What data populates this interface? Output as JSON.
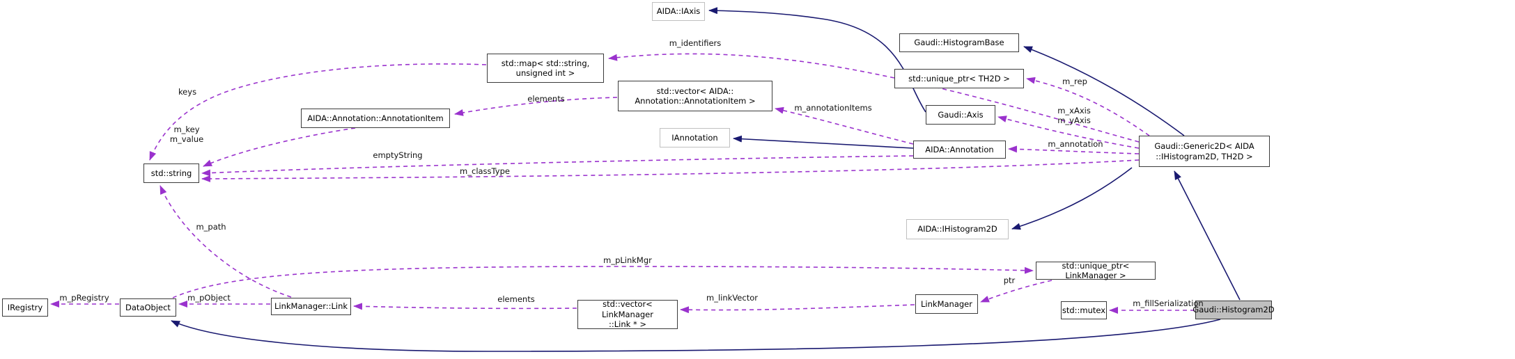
{
  "diagram": {
    "kind": "collaboration-graph",
    "highlighted_node": "Gaudi::Histogram2D",
    "colors": {
      "inheritance_edge": "#191970",
      "usage_edge": "#9a32cd",
      "node_border": "#3b3b3b",
      "external_node_border": "#c0c0c0",
      "highlight_fill": "#bfbfbf",
      "background": "#ffffff",
      "text": "#000000"
    },
    "nodes": [
      {
        "id": "aida-iaxis",
        "label": "AIDA::IAxis",
        "style": "external"
      },
      {
        "id": "gaudi-histogrambase",
        "label": "Gaudi::HistogramBase",
        "style": "normal"
      },
      {
        "id": "unique-ptr-th2d",
        "label": "std::unique_ptr< TH2D >",
        "style": "normal"
      },
      {
        "id": "std-map",
        "label": "std::map< std::string,\nunsigned int >",
        "style": "normal"
      },
      {
        "id": "std-vector-annotationitem",
        "label": "std::vector< AIDA::\nAnnotation::AnnotationItem >",
        "style": "normal"
      },
      {
        "id": "gaudi-axis",
        "label": "Gaudi::Axis",
        "style": "normal"
      },
      {
        "id": "aida-annotation-annotationitem",
        "label": "AIDA::Annotation::AnnotationItem",
        "style": "normal"
      },
      {
        "id": "iannotation",
        "label": "IAnnotation",
        "style": "external"
      },
      {
        "id": "aida-annotation",
        "label": "AIDA::Annotation",
        "style": "normal"
      },
      {
        "id": "gaudi-generic2d",
        "label": "Gaudi::Generic2D< AIDA\n::IHistogram2D, TH2D >",
        "style": "normal"
      },
      {
        "id": "std-string",
        "label": "std::string",
        "style": "normal"
      },
      {
        "id": "aida-ihistogram2d",
        "label": "AIDA::IHistogram2D",
        "style": "external"
      },
      {
        "id": "unique-ptr-linkmanager",
        "label": "std::unique_ptr< LinkManager >",
        "style": "normal"
      },
      {
        "id": "iregistry",
        "label": "IRegistry",
        "style": "normal"
      },
      {
        "id": "dataobject",
        "label": "DataObject",
        "style": "normal"
      },
      {
        "id": "linkmanager-link",
        "label": "LinkManager::Link",
        "style": "normal"
      },
      {
        "id": "std-vector-linkmanager-link",
        "label": "std::vector< LinkManager\n::Link * >",
        "style": "normal"
      },
      {
        "id": "linkmanager",
        "label": "LinkManager",
        "style": "normal"
      },
      {
        "id": "std-mutex",
        "label": "std::mutex",
        "style": "normal"
      },
      {
        "id": "gaudi-histogram2d",
        "label": "Gaudi::Histogram2D",
        "style": "highlight"
      }
    ],
    "edges": [
      {
        "from": "Gaudi::Axis",
        "to": "AIDA::IAxis",
        "type": "inheritance",
        "label": ""
      },
      {
        "from": "Gaudi::Generic2D< AIDA::IHistogram2D, TH2D >",
        "to": "Gaudi::HistogramBase",
        "type": "inheritance",
        "label": ""
      },
      {
        "from": "AIDA::Annotation",
        "to": "IAnnotation",
        "type": "inheritance",
        "label": ""
      },
      {
        "from": "Gaudi::Generic2D< AIDA::IHistogram2D, TH2D >",
        "to": "AIDA::IHistogram2D",
        "type": "inheritance",
        "label": ""
      },
      {
        "from": "Gaudi::Histogram2D",
        "to": "Gaudi::Generic2D< AIDA::IHistogram2D, TH2D >",
        "type": "inheritance",
        "label": ""
      },
      {
        "from": "Gaudi::Histogram2D",
        "to": "DataObject",
        "type": "inheritance",
        "label": ""
      },
      {
        "from": "Gaudi::Generic2D< AIDA::IHistogram2D, TH2D >",
        "to": "std::map< std::string, unsigned int >",
        "type": "usage",
        "label": "m_identifiers"
      },
      {
        "from": "std::map< std::string, unsigned int >",
        "to": "std::string",
        "type": "usage",
        "label": "keys"
      },
      {
        "from": "std::vector< AIDA::Annotation::AnnotationItem >",
        "to": "AIDA::Annotation::AnnotationItem",
        "type": "usage",
        "label": "elements"
      },
      {
        "from": "AIDA::Annotation::AnnotationItem",
        "to": "std::string",
        "type": "usage",
        "label": "m_key\nm_value"
      },
      {
        "from": "AIDA::Annotation",
        "to": "std::vector< AIDA::Annotation::AnnotationItem >",
        "type": "usage",
        "label": "m_annotationItems"
      },
      {
        "from": "AIDA::Annotation",
        "to": "std::string",
        "type": "usage",
        "label": "emptyString"
      },
      {
        "from": "Gaudi::Generic2D< AIDA::IHistogram2D, TH2D >",
        "to": "std::string",
        "type": "usage",
        "label": "m_classType"
      },
      {
        "from": "LinkManager::Link",
        "to": "std::string",
        "type": "usage",
        "label": "m_path"
      },
      {
        "from": "DataObject",
        "to": "std::unique_ptr< LinkManager >",
        "type": "usage",
        "label": "m_pLinkMgr"
      },
      {
        "from": "DataObject",
        "to": "IRegistry",
        "type": "usage",
        "label": "m_pRegistry"
      },
      {
        "from": "LinkManager::Link",
        "to": "DataObject",
        "type": "usage",
        "label": "m_pObject"
      },
      {
        "from": "std::vector< LinkManager::Link * >",
        "to": "LinkManager::Link",
        "type": "usage",
        "label": "elements"
      },
      {
        "from": "LinkManager",
        "to": "std::vector< LinkManager::Link * >",
        "type": "usage",
        "label": "m_linkVector"
      },
      {
        "from": "std::unique_ptr< LinkManager >",
        "to": "LinkManager",
        "type": "usage",
        "label": "ptr"
      },
      {
        "from": "Gaudi::Generic2D< AIDA::IHistogram2D, TH2D >",
        "to": "std::unique_ptr< TH2D >",
        "type": "usage",
        "label": "m_rep"
      },
      {
        "from": "Gaudi::Generic2D< AIDA::IHistogram2D, TH2D >",
        "to": "Gaudi::Axis",
        "type": "usage",
        "label": "m_xAxis\nm_yAxis"
      },
      {
        "from": "Gaudi::Generic2D< AIDA::IHistogram2D, TH2D >",
        "to": "AIDA::Annotation",
        "type": "usage",
        "label": "m_annotation"
      },
      {
        "from": "Gaudi::Histogram2D",
        "to": "std::mutex",
        "type": "usage",
        "label": "m_fillSerialization"
      }
    ]
  }
}
